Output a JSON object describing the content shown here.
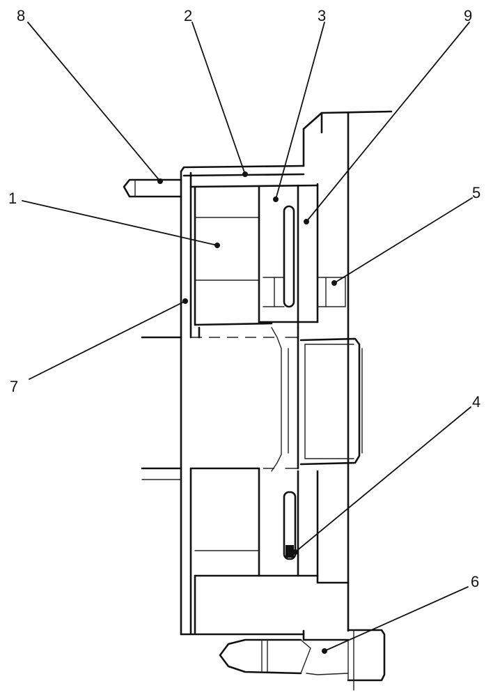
{
  "callouts": [
    {
      "id": "8",
      "label": "8"
    },
    {
      "id": "2",
      "label": "2"
    },
    {
      "id": "3",
      "label": "3"
    },
    {
      "id": "9",
      "label": "9"
    },
    {
      "id": "1",
      "label": "1"
    },
    {
      "id": "5",
      "label": "5"
    },
    {
      "id": "7",
      "label": "7"
    },
    {
      "id": "4",
      "label": "4"
    },
    {
      "id": "6",
      "label": "6"
    }
  ]
}
